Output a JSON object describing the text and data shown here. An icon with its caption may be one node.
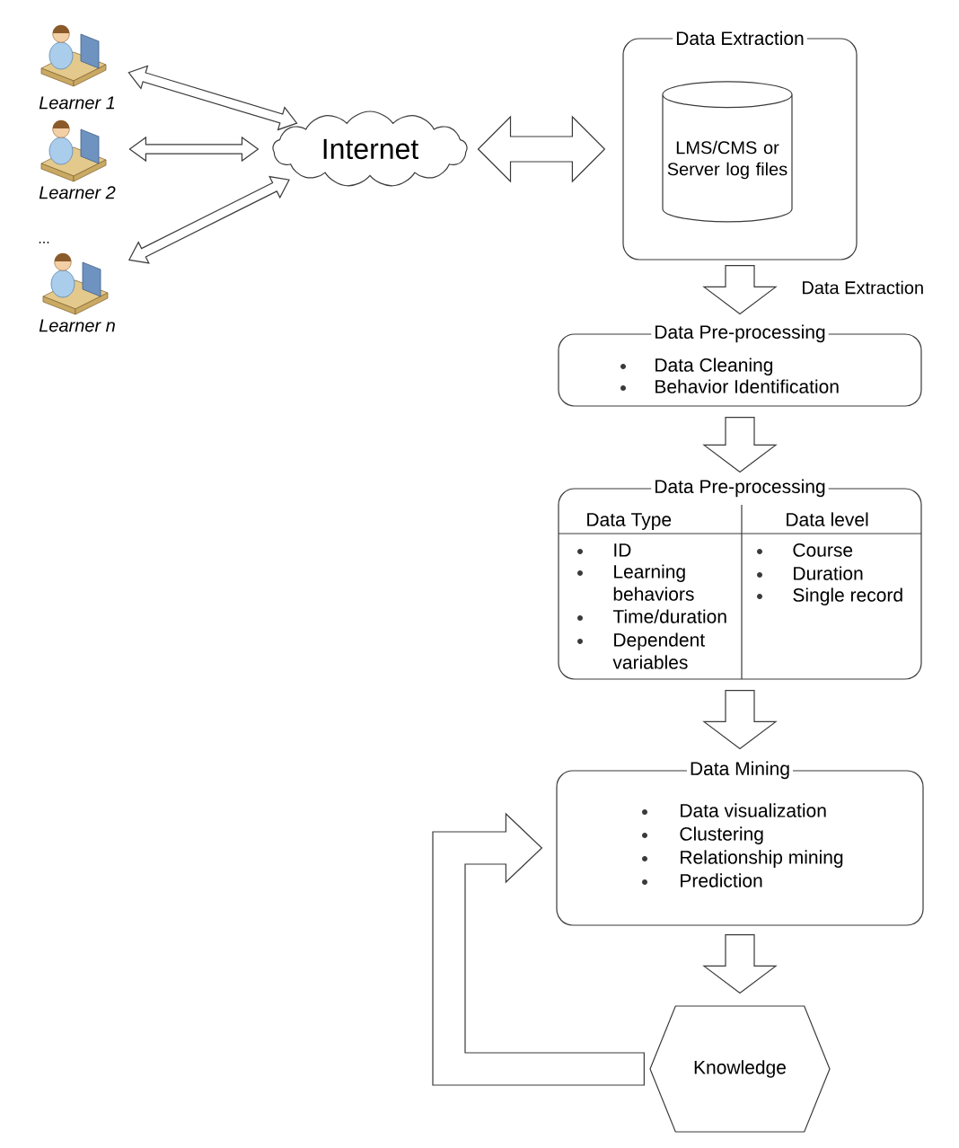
{
  "diagram": {
    "nodes": [
      {
        "text": [],
        "shape": "person",
        "beside": [
          "Learner 1"
        ]
      },
      {
        "text": [],
        "shape": "person",
        "beside": [
          "Learner 2"
        ]
      },
      {
        "text": [],
        "shape": "person",
        "beside": [
          "Learner n"
        ]
      },
      {
        "text": [
          "Internet"
        ]
      },
      {
        "text": [
          "Data Extraction"
        ]
      },
      {
        "text": [
          "LMS/CMS or Server log files"
        ],
        "in": 4
      },
      {
        "text": [
          "Data Pre-processing",
          "Data Cleaning",
          "Behavior Identification"
        ]
      },
      {
        "text": [
          "Data Pre-processing",
          "Data Type",
          "Data level",
          "ID",
          "Learning behaviors",
          "Time/duration",
          "Dependent variables",
          "Course",
          "Duration",
          "Single record"
        ]
      },
      {
        "text": [
          "Data Mining",
          "Data visualization",
          "Clustering",
          "Relationship mining",
          "Prediction"
        ]
      },
      {
        "text": [
          "Knowledge"
        ]
      }
    ],
    "edges": [
      {
        "from": 0,
        "to": 3,
        "arrow": "both"
      },
      {
        "from": 1,
        "to": 3,
        "arrow": "both"
      },
      {
        "from": 2,
        "to": 3,
        "arrow": "both"
      },
      {
        "from": 3,
        "to": 4,
        "arrow": "both"
      },
      {
        "from": 4,
        "to": 6,
        "arrow": "to",
        "label": "Data Extraction"
      },
      {
        "from": 6,
        "to": 7,
        "arrow": "to"
      },
      {
        "from": 7,
        "to": 8,
        "arrow": "to"
      },
      {
        "from": 8,
        "to": 9,
        "arrow": "to"
      },
      {
        "from": 9,
        "to": 8,
        "arrow": "to"
      }
    ],
    "labels": [
      "..."
    ]
  }
}
